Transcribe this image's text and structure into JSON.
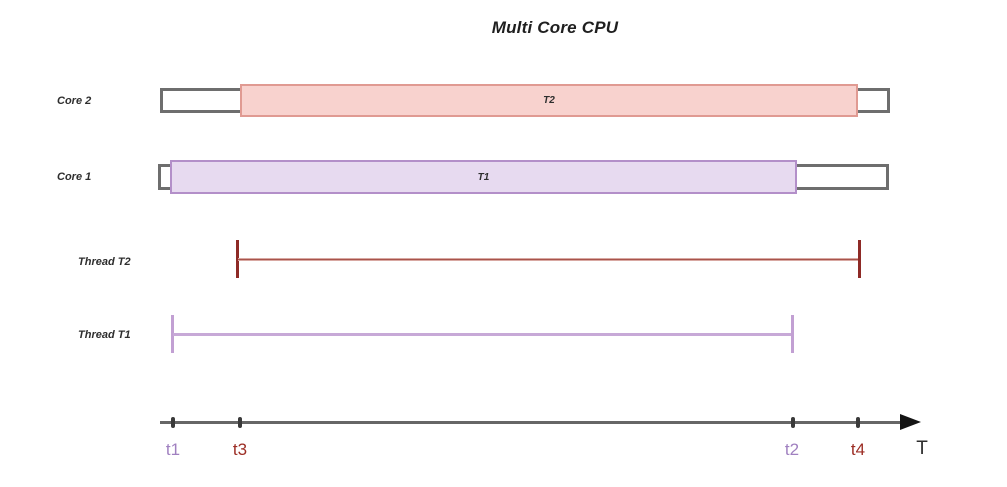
{
  "title": "Multi Core CPU",
  "diagram": {
    "cores": [
      {
        "label": "Core 2",
        "task": {
          "label": "T2",
          "start": "t3",
          "end": "t4"
        }
      },
      {
        "label": "Core 1",
        "task": {
          "label": "T1",
          "start": "t1",
          "end": "t2"
        }
      }
    ],
    "threads": [
      {
        "label": "Thread T2",
        "start": "t3",
        "end": "t4"
      },
      {
        "label": "Thread T1",
        "start": "t1",
        "end": "t2"
      }
    ],
    "axis": {
      "label": "T",
      "ticks": [
        "t1",
        "t3",
        "t2",
        "t4"
      ]
    }
  },
  "colors": {
    "task_t2_fill": "#f8d2ce",
    "task_t2_border": "#e09a92",
    "task_t1_fill": "#e7daf0",
    "task_t1_border": "#b38fc9",
    "thread_t2_line": "#c5837d",
    "thread_t2_tick": "#8e2a26",
    "thread_t1_line": "#c7a9d7",
    "idle_outline": "#6e6e6e",
    "axis_line": "#666666",
    "tick_label_purple": "#a080c0",
    "tick_label_red": "#9c2d24"
  }
}
